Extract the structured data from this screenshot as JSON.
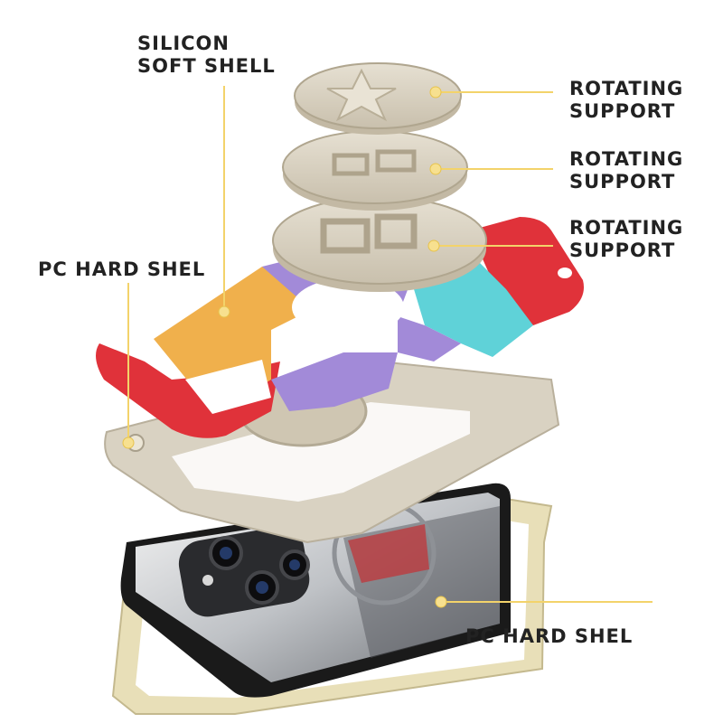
{
  "colors": {
    "leader": "#f3d36a",
    "dot": "#f7e08f",
    "red": "#e0323a",
    "yellow": "#f0b04c",
    "purple": "#a28ad8",
    "cyan": "#5fd2d8",
    "beige": "#d9d2c2",
    "frame": "#e8dfb8"
  },
  "labels": {
    "silicon_soft_shell": [
      "SILICON",
      "SOFT SHELL"
    ],
    "rotating_support_1": [
      "ROTATING",
      "SUPPORT"
    ],
    "rotating_support_2": [
      "ROTATING",
      "SUPPORT"
    ],
    "rotating_support_3": [
      "ROTATING",
      "SUPPORT"
    ],
    "pc_hard_shel_left": "PC HARD SHEL",
    "pc_hard_shel_bottom": "PC HARD SHEL"
  }
}
